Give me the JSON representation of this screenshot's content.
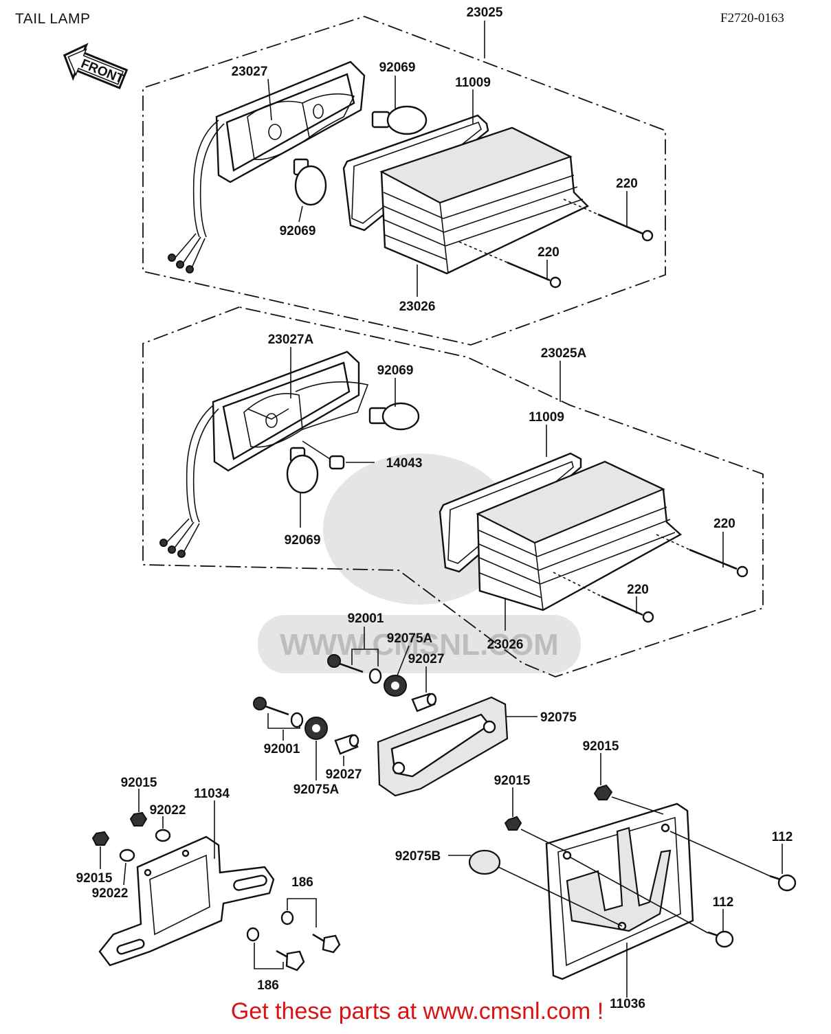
{
  "title": "TAIL LAMP",
  "diagram_ref": "F2720-0163",
  "front_label": "FRONT",
  "watermark": "WWW.CMSNL.COM",
  "banner": "Get these parts at www.cmsnl.com !",
  "labels": {
    "a_23025": "23025",
    "a_23027": "23027",
    "a_92069_top": "92069",
    "a_11009": "11009",
    "a_92069_bot": "92069",
    "a_220_a": "220",
    "a_220_b": "220",
    "a_23026": "23026",
    "b_23027A": "23027A",
    "b_92069_top": "92069",
    "b_23025A": "23025A",
    "b_11009": "11009",
    "b_14043": "14043",
    "b_92069_bot": "92069",
    "b_220_a": "220",
    "b_220_b": "220",
    "b_23026": "23026",
    "c_92001_a": "92001",
    "c_92075A_a": "92075A",
    "c_92027_a": "92027",
    "c_92075": "92075",
    "c_92001_b": "92001",
    "c_92027_b": "92027",
    "c_92075A_b": "92075A",
    "d_92015_a": "92015",
    "d_11034": "11034",
    "d_92022_a": "92022",
    "d_92015_b": "92015",
    "d_92022_b": "92022",
    "d_186_a": "186",
    "d_186_b": "186",
    "e_92015_a": "92015",
    "e_92015_b": "92015",
    "e_92075B": "92075B",
    "e_112_a": "112",
    "e_112_b": "112",
    "e_11036": "11036"
  }
}
